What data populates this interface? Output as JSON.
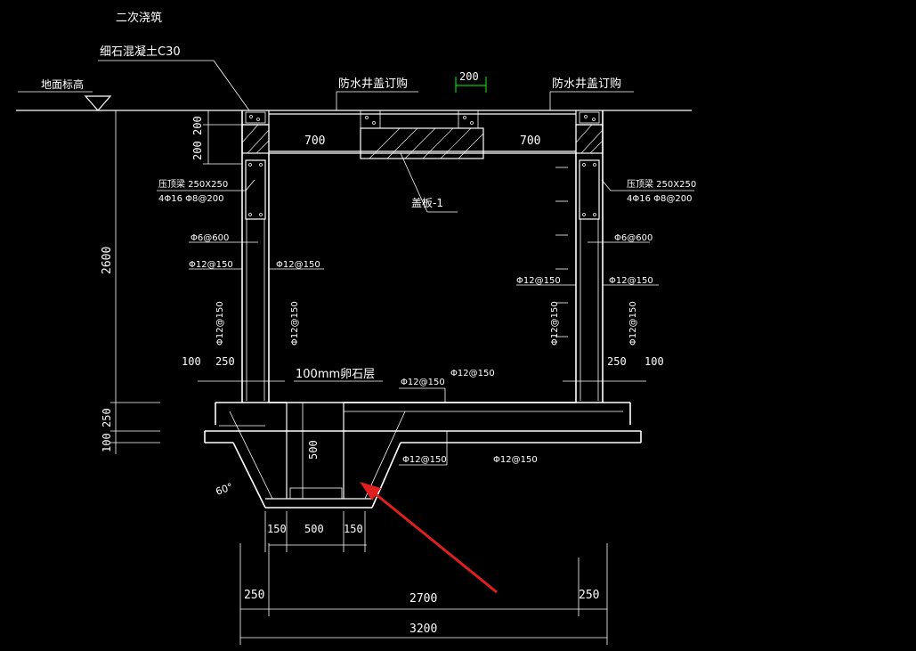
{
  "colors": {
    "background": "#000000",
    "lines": "#ffffff",
    "dimension_highlight": "#00ff00",
    "arrow": "#e02020"
  },
  "labels": {
    "secondary_pour": "二次浇筑",
    "fine_concrete": "细石混凝土C30",
    "ground_level": "地面标高",
    "waterproof_cover_left": "防水井盖订购",
    "waterproof_cover_right": "防水井盖订购",
    "cover_slab": "盖板-1",
    "gravel_layer": "100mm卵石层",
    "ring_beam_left": "压顶梁 250X250",
    "ring_beam_left_rebar": "4Φ16 Φ8@200",
    "ring_beam_right": "压顶梁 250X250",
    "ring_beam_right_rebar": "4Φ16 Φ8@200",
    "angle": "60°"
  },
  "rebar": {
    "left_tie": "Φ6@600",
    "left_outer_h": "Φ12@150",
    "left_inner_h": "Φ12@150",
    "left_outer_v": "Φ12@150",
    "left_inner_v": "Φ12@150",
    "right_tie": "Φ6@600",
    "right_inner_h": "Φ12@150",
    "right_outer_h": "Φ12@150",
    "right_inner_v": "Φ12@150",
    "right_outer_v": "Φ12@150",
    "floor_top_a": "Φ12@150",
    "floor_top_b": "Φ12@150",
    "floor_bot_a": "Φ12@150",
    "floor_bot_b": "Φ12@150"
  },
  "dims": {
    "top_200a": "200",
    "top_200b": "200",
    "opening_200": "200",
    "span_700_left": "700",
    "span_700_right": "700",
    "height_2600": "2600",
    "left_100": "100",
    "left_250": "250",
    "right_250": "250",
    "right_100": "100",
    "base_250": "250",
    "base_100": "100",
    "pit_500_v": "500",
    "pit_150_left": "150",
    "pit_500": "500",
    "pit_150_right": "150",
    "bottom_250_left": "250",
    "bottom_2700": "2700",
    "bottom_250_right": "250",
    "bottom_3200": "3200"
  }
}
